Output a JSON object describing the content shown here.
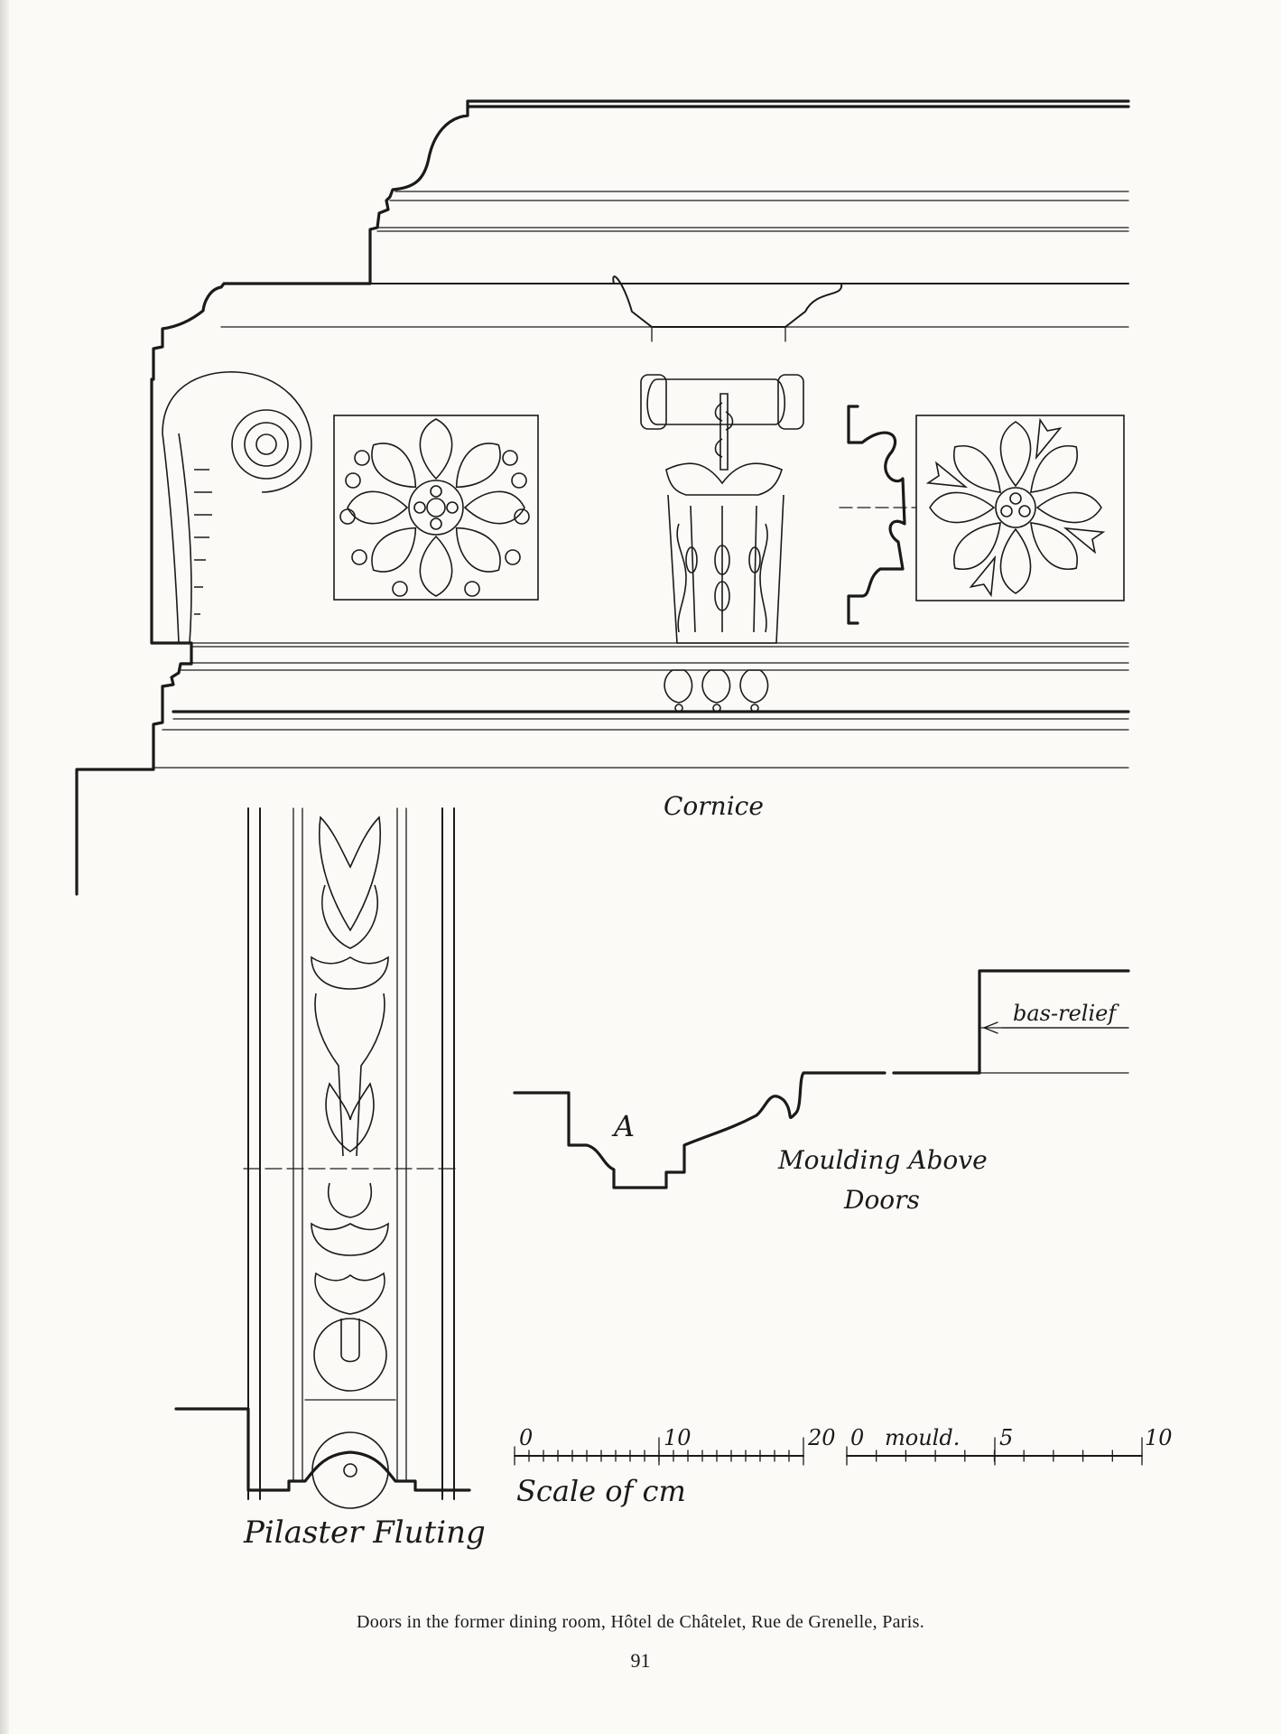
{
  "labels": {
    "cornice": "Cornice",
    "bas_relief": "bas-relief",
    "section_mark": "A",
    "moulding_line1": "Moulding Above",
    "moulding_line2": "Doors",
    "pilaster": "Pilaster Fluting",
    "scale_caption": "Scale of cm"
  },
  "scale_cm": {
    "ticks": [
      "0",
      "10",
      "20"
    ]
  },
  "scale_mould": {
    "start": "0",
    "label": "mould.",
    "mid": "5",
    "end": "10"
  },
  "caption": "Doors in the former dining room, Hôtel de Châtelet, Rue de Grenelle, Paris.",
  "page_number": "91"
}
